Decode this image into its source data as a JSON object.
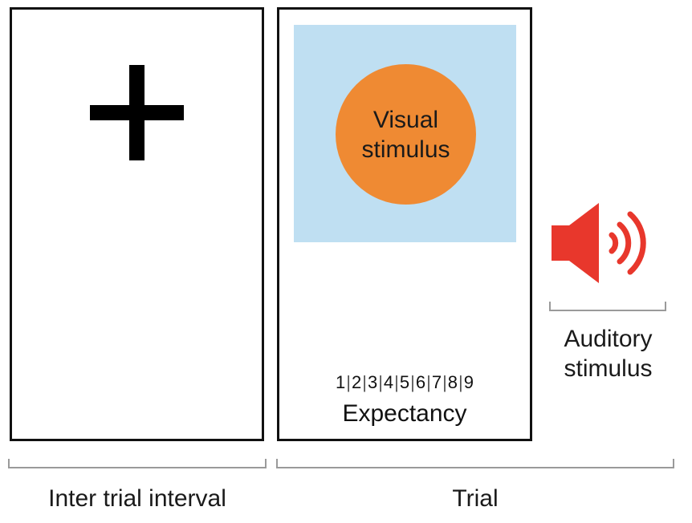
{
  "visual_stimulus": {
    "label": "Visual\nstimulus"
  },
  "expectancy_scale": {
    "values": [
      "1",
      "2",
      "3",
      "4",
      "5",
      "6",
      "7",
      "8",
      "9"
    ],
    "separator": "|",
    "label": "Expectancy"
  },
  "auditory": {
    "label": "Auditory\nstimulus",
    "icon": "speaker-icon"
  },
  "phases": {
    "inter_trial_label": "Inter trial interval",
    "trial_label": "Trial"
  },
  "colors": {
    "stimulus_panel": "#bfdff2",
    "stimulus_circle": "#ef8a33",
    "speaker": "#e8372c",
    "bracket": "#9a9a9a"
  }
}
